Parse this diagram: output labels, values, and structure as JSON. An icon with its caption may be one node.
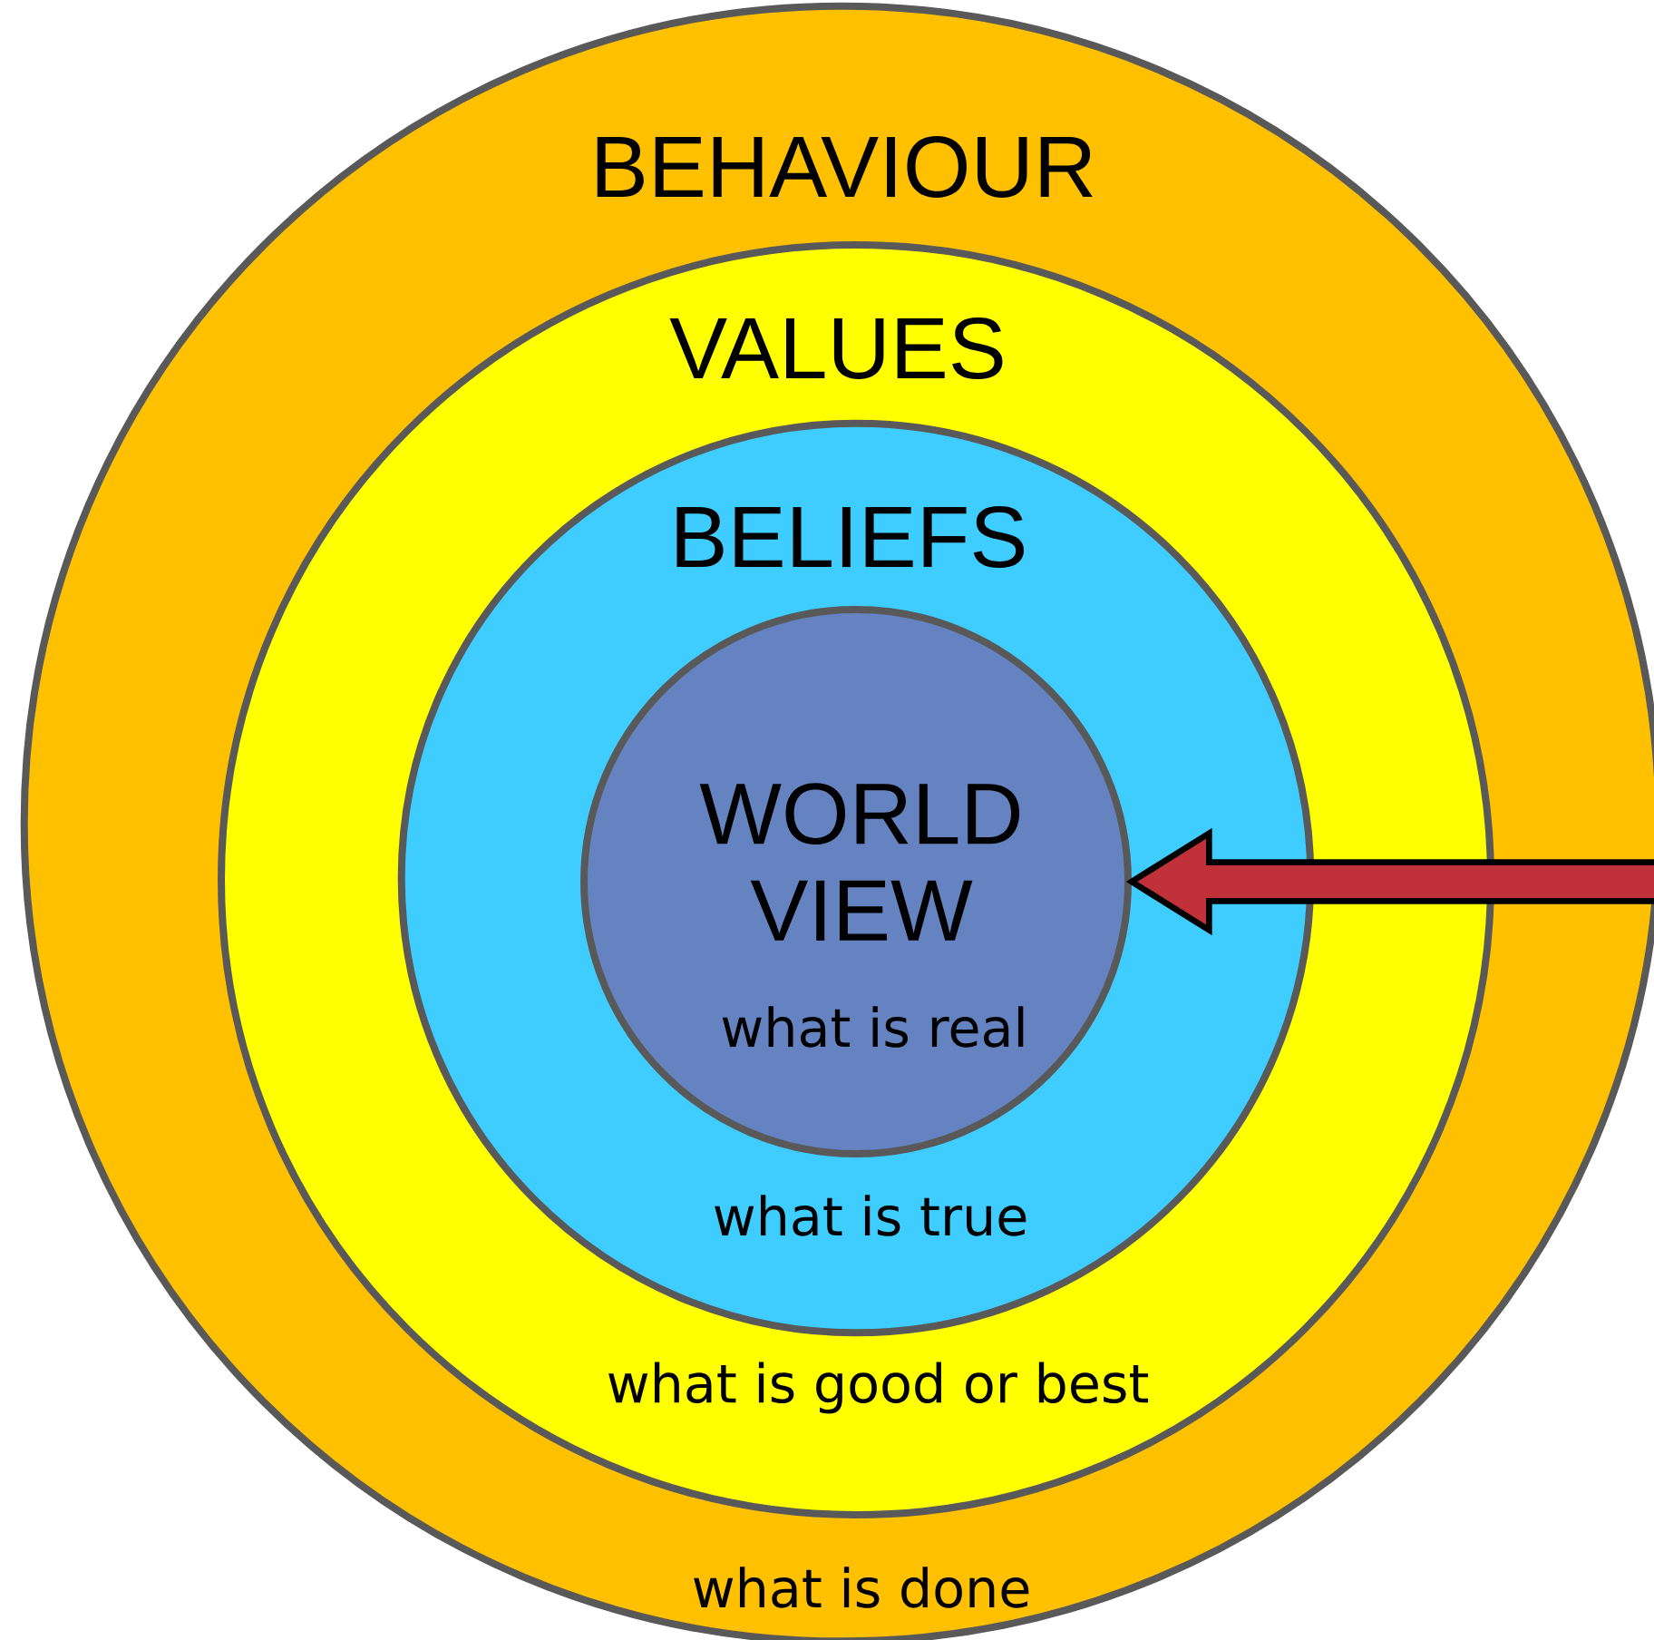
{
  "diagram": {
    "nodes": [
      {
        "text": [
          "BEHAVIOUR",
          "what is done"
        ]
      },
      {
        "text": [
          "VALUES",
          "what is good or best"
        ],
        "in": 0
      },
      {
        "text": [
          "BELIEFS",
          "what is true"
        ],
        "in": 1
      },
      {
        "text": [
          "WORLD VIEW",
          "what is real"
        ],
        "in": 2
      }
    ],
    "edges": [
      {
        "from": null,
        "to": 3,
        "arrow": "to",
        "style": "thick",
        "color": "#c0313a"
      }
    ]
  }
}
